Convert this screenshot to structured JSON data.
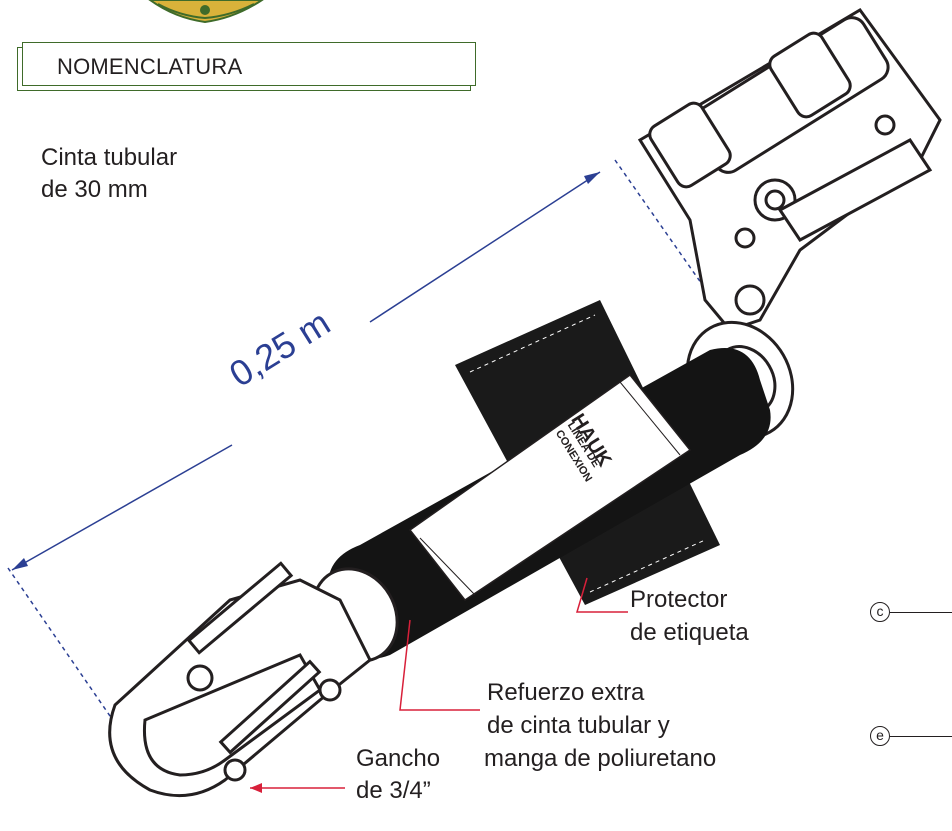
{
  "header": {
    "section_title": "NOMENCLATURA"
  },
  "labels": {
    "webbing_line1": "Cinta tubular",
    "webbing_line2": "de 30 mm",
    "length": "0,25 m",
    "protector_line1": "Protector",
    "protector_line2": "de etiqueta",
    "reinforcement_line1": "Refuerzo extra",
    "reinforcement_line2": "de cinta tubular y",
    "reinforcement_line3": "manga de poliuretano",
    "hook_line1": "Gancho",
    "hook_line2": "de 3/4”"
  },
  "markers": {
    "c": "c",
    "e": "e"
  },
  "product_label": {
    "brand": "HAUK",
    "title_line1": "LINEA DE",
    "title_line2": "CONEXION"
  },
  "colors": {
    "dimension_blue": "#2b3f93",
    "leader_red": "#d8203a",
    "brand_green": "#3f6b2a",
    "logo_gold": "#d9b23a",
    "ink": "#231f20"
  }
}
